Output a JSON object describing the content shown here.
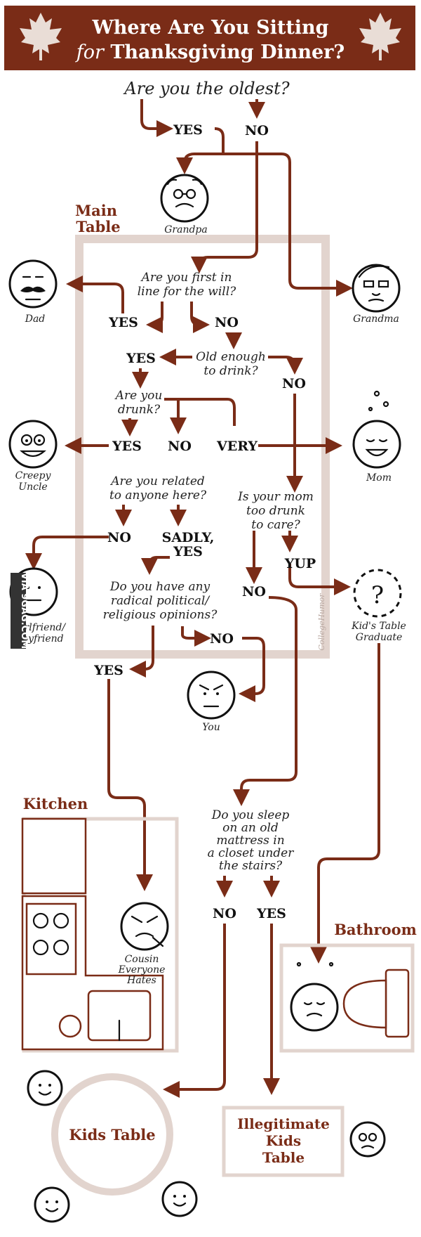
{
  "colors": {
    "banner": "#7a2c17",
    "arrow": "#7a2c17",
    "table_outline": "#e2d4ce",
    "ink": "#111111"
  },
  "icons": [
    "maple-leaf-icon",
    "face-icon",
    "sink-icon",
    "stove-icon",
    "toilet-icon"
  ],
  "title": {
    "line1": "Where Are You Sitting",
    "line2_italic": "for",
    "line2_bold": "Thanksgiving Dinner?"
  },
  "questions": {
    "oldest": [
      "Are you the oldest?"
    ],
    "will": [
      "Are you first in",
      "line for the will?"
    ],
    "drink": [
      "Old enough",
      "to drink?"
    ],
    "drunk": [
      "Are you",
      "drunk?"
    ],
    "related": [
      "Are you related",
      "to anyone here?"
    ],
    "mom": [
      "Is your mom",
      "too drunk",
      "to care?"
    ],
    "opinions": [
      "Do you have any",
      "radical political/",
      "religious opinions?"
    ],
    "mattress": [
      "Do you sleep",
      "on an old",
      "mattress in",
      "a closet under",
      "the stairs?"
    ]
  },
  "answers": {
    "oldest_yes": "YES",
    "oldest_no": "NO",
    "will_yes": "YES",
    "will_no": "NO",
    "drink_yes": "YES",
    "drink_no": "NO",
    "drunk_yes": "YES",
    "drunk_no": "NO",
    "drunk_very": "VERY",
    "related_no": "NO",
    "related_sadly": [
      "SADLY,",
      "YES"
    ],
    "mom_yup": "YUP",
    "mom_no": "NO",
    "opinions_yes": "YES",
    "opinions_no": "NO",
    "mattress_no": "NO",
    "mattress_yes": "YES"
  },
  "characters": {
    "grandpa": [
      "Grandpa"
    ],
    "dad": [
      "Dad"
    ],
    "grandma": [
      "Grandma"
    ],
    "creepy_uncle": [
      "Creepy",
      "Uncle"
    ],
    "mom": [
      "Mom"
    ],
    "girlfriend": [
      "Girlfriend/",
      "Boyfriend"
    ],
    "kids_grad": [
      "Kid's Table",
      "Graduate"
    ],
    "you": [
      "You"
    ],
    "cousin": [
      "Cousin",
      "Everyone",
      "Hates"
    ]
  },
  "rooms": {
    "main_table": [
      "Main",
      "Table"
    ],
    "kitchen": "Kitchen",
    "bathroom": "Bathroom",
    "kids_table": "Kids Table",
    "illegitimate": [
      "Illegitimate",
      "Kids",
      "Table"
    ]
  },
  "watermarks": {
    "side": "VIA 9GAG.COM",
    "credit": "CollegeHumor"
  }
}
